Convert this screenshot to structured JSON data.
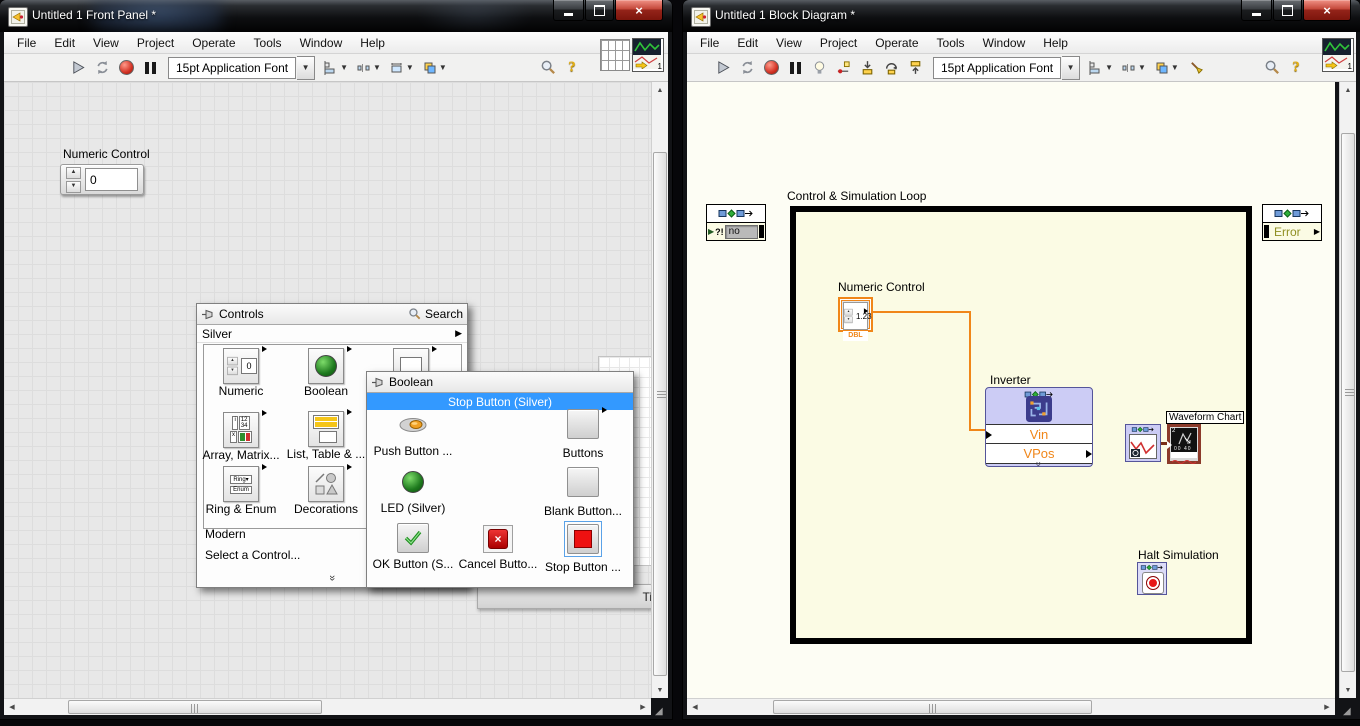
{
  "colors": {
    "selection_blue": "#3399ff",
    "wire_orange": "#f08619",
    "loop_interior_yellow": "#fbfbe4",
    "sim_node_lavender": "#ccccf5",
    "chart_terminal_maroon": "#8b3a2a",
    "error_text_olive": "#8f8f22"
  },
  "front_panel": {
    "title": "Untitled 1 Front Panel *",
    "menu": [
      "File",
      "Edit",
      "View",
      "Project",
      "Operate",
      "Tools",
      "Window",
      "Help"
    ],
    "toolbar": {
      "font_selector": "15pt Application Font"
    },
    "vi_icon_number": "1",
    "numeric_control": {
      "label": "Numeric Control",
      "value": "0"
    },
    "hidden_chart": {
      "clipped_label": "Ti"
    },
    "controls_palette": {
      "title": "Controls",
      "search_label": "Search",
      "category": "Silver",
      "items": [
        "Numeric",
        "Boolean",
        "Array, Matrix...",
        "List, Table & ...",
        "Ring & Enum",
        "Decorations"
      ],
      "icon_texts": {
        "numeric_digit": "0",
        "array_top": "12",
        "array_bottom": "34",
        "ring": "Ring",
        "enum": "Enum"
      },
      "footer": [
        "Modern",
        "Select a Control..."
      ]
    },
    "boolean_palette": {
      "title": "Boolean",
      "selected": "Stop Button (Silver)",
      "items": [
        "Push Button ...",
        "Buttons",
        "LED (Silver)",
        "Blank Button...",
        "OK Button (S...",
        "Cancel Butto...",
        "Stop Button ..."
      ]
    }
  },
  "block_diagram": {
    "title": "Untitled 1 Block Diagram *",
    "menu": [
      "File",
      "Edit",
      "View",
      "Project",
      "Operate",
      "Tools",
      "Window",
      "Help"
    ],
    "toolbar": {
      "font_selector": "15pt Application Font"
    },
    "vi_icon_number": "1",
    "sim_loop": {
      "label": "Control & Simulation Loop",
      "left_node_symbol": "?!",
      "left_node_value": "no",
      "error_node_text": "Error",
      "numeric_control": {
        "label": "Numeric Control",
        "value": "1.23",
        "datatype": "DBL"
      },
      "inverter": {
        "label": "Inverter",
        "input": "Vin",
        "output": "VPos"
      },
      "waveform_chart": {
        "label": "Waveform Chart",
        "corner_digit": "2",
        "bottom_marks": "00 40"
      },
      "halt": {
        "label": "Halt Simulation"
      }
    }
  }
}
